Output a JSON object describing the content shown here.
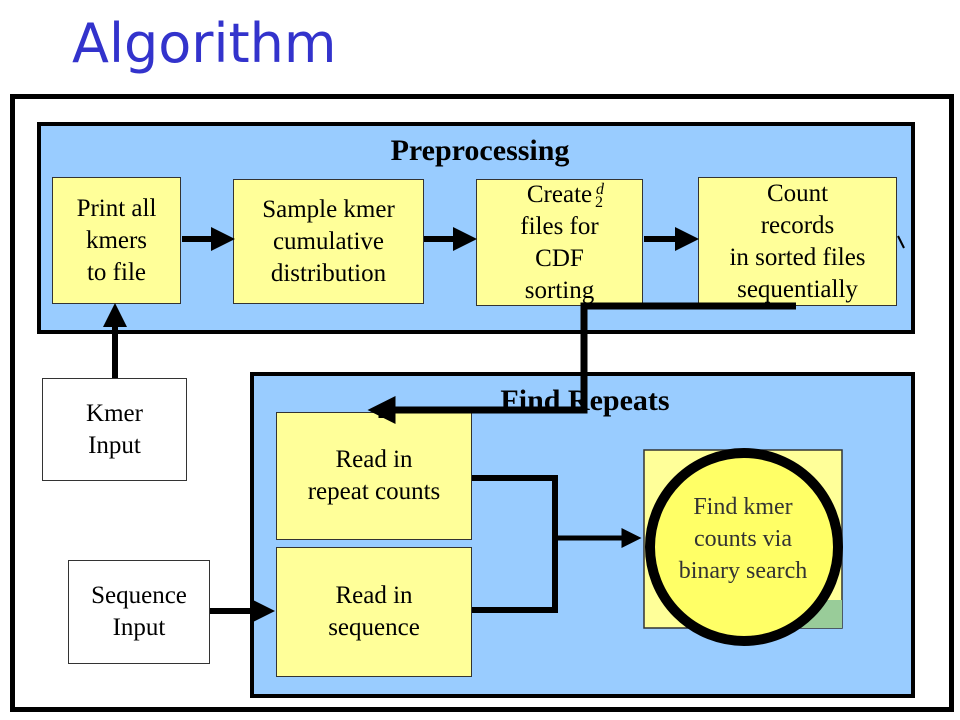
{
  "slide": {
    "title": "Algorithm"
  },
  "preprocessing": {
    "title": "Preprocessing",
    "steps": [
      {
        "label": "Print all\nkmers\nto file"
      },
      {
        "label": "Sample kmer\ncumulative\ndistribution"
      },
      {
        "label": "Create\nfiles for\nCDF\nsorting"
      },
      {
        "label": "Count\nrecords\nin sorted files\nsequentially"
      }
    ],
    "create_superscript": "d",
    "create_subscript": "2"
  },
  "find_repeats": {
    "title": "Find Repeats",
    "steps": [
      {
        "label": "Read in\nrepeat counts"
      },
      {
        "label": "Read in\nsequence"
      },
      {
        "label": "Find kmer\ncounts via\nbinary search"
      }
    ]
  },
  "inputs": {
    "kmer": "Kmer\nInput",
    "sequence": "Sequence\nInput"
  },
  "colors": {
    "title": "#3333cc",
    "panel": "#99ccff",
    "box": "#ffff99",
    "highlight_ring": "#000000",
    "find_box_green": "#99cc99"
  }
}
